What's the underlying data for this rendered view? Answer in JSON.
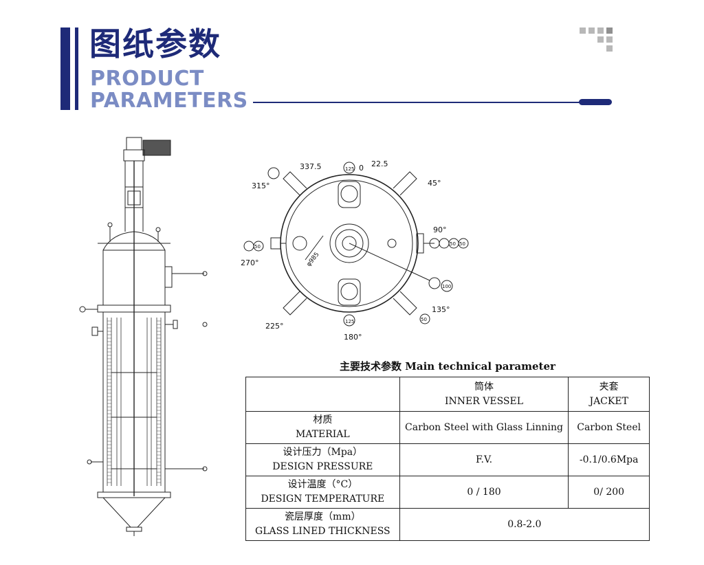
{
  "header": {
    "title_cn": "图纸参数",
    "title_en_line1": "PRODUCT",
    "title_en_line2": "PARAMETERS"
  },
  "colors": {
    "brand_navy": "#1e2a78",
    "brand_light": "#7b8cc4",
    "dot_gray": "#b8b8b8"
  },
  "plan_view": {
    "angles": [
      "337.5",
      "0",
      "22.5",
      "315°",
      "45°",
      "90°",
      "270°",
      "225°",
      "135°",
      "180°"
    ],
    "diameter_label": "φ985",
    "nozzle_labels": [
      "125",
      "125",
      "50",
      "100",
      "50",
      "50",
      "50"
    ]
  },
  "table": {
    "title": "主要技术参数 Main technical parameter",
    "header": {
      "inner_cn": "筒体",
      "inner_en": "INNER VESSEL",
      "jacket_cn": "夹套",
      "jacket_en": "JACKET"
    },
    "rows": [
      {
        "label_cn": "材质",
        "label_en": "MATERIAL",
        "inner": "Carbon Steel with Glass Linning",
        "jacket": "Carbon Steel"
      },
      {
        "label_cn": "设计压力（Mpa）",
        "label_en": "DESIGN PRESSURE",
        "inner": "F.V.",
        "jacket": "-0.1/0.6Mpa"
      },
      {
        "label_cn": "设计温度（°C）",
        "label_en": "DESIGN TEMPERATURE",
        "inner": "0 / 180",
        "jacket": "0/ 200"
      },
      {
        "label_cn": "瓷层厚度（mm）",
        "label_en": "GLASS LINED THICKNESS",
        "merged": "0.8-2.0"
      }
    ]
  }
}
